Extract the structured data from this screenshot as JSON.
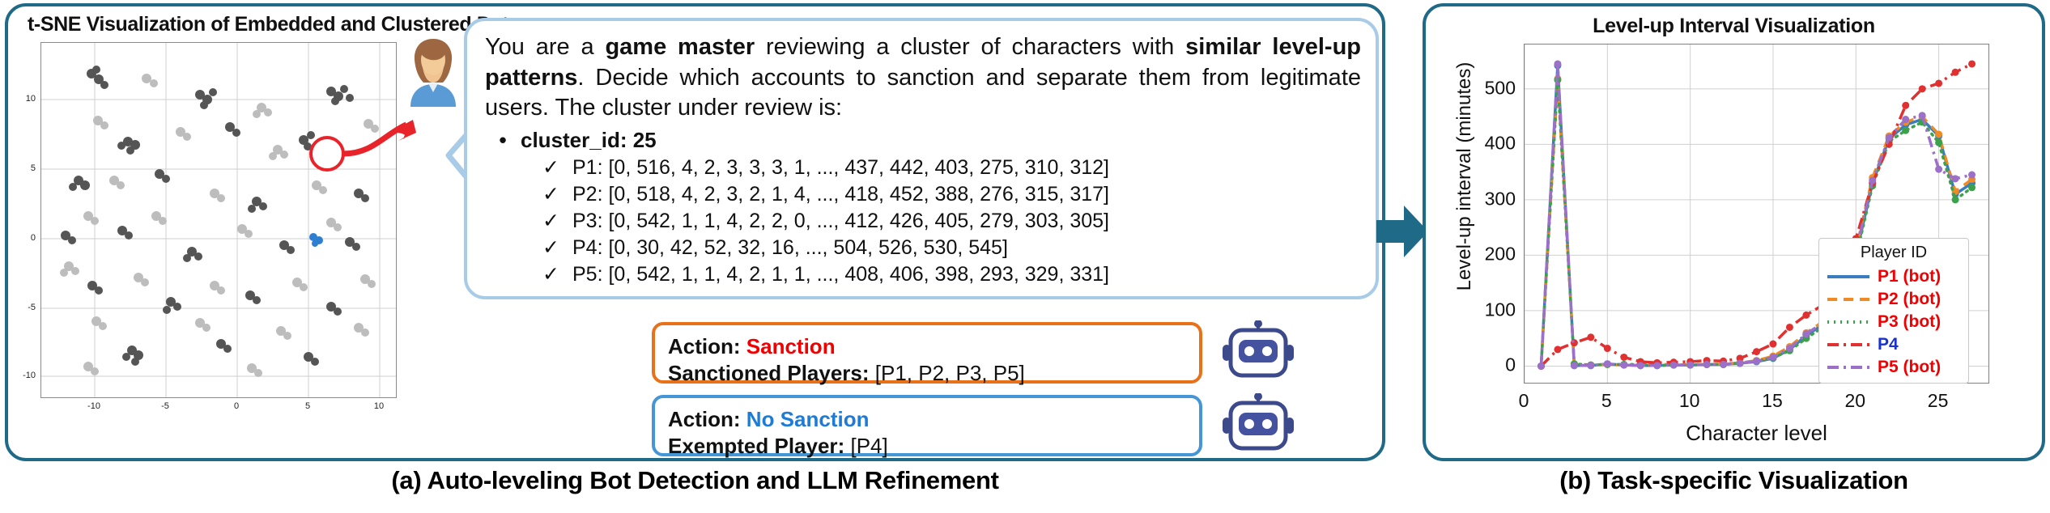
{
  "panel_a": {
    "caption": "(a) Auto-leveling Bot Detection and LLM Refinement",
    "tsne": {
      "title": "t-SNE Visualization of Embedded and Clustered Data",
      "x_ticks": [
        "-10",
        "-5",
        "0",
        "5",
        "10"
      ],
      "y_ticks": [
        "10",
        "5",
        "0",
        "-5",
        "-10"
      ]
    },
    "prompt": {
      "line1_a": "You are a ",
      "line1_b": "game master",
      "line1_c": " reviewing a cluster of characters with ",
      "line1_d": "similar level-up patterns",
      "line1_e": ". Decide which accounts to sanction and separate them from legitimate users. The cluster under review is:",
      "bullet_symbol": "•",
      "bullet_label": "cluster_id: 25",
      "check_symbol": "✓",
      "players": [
        "P1: [0, 516, 4, 2, 3, 3, 3, 1, ..., 437, 442, 403, 275, 310, 312]",
        "P2: [0, 518, 4, 2, 3, 2, 1, 4, ..., 418, 452, 388, 276, 315, 317]",
        "P3: [0, 542, 1, 1, 4, 2, 2, 0, ..., 412, 426, 405, 279, 303, 305]",
        "P4: [0, 30, 42, 52, 32, 16, ..., 504, 526, 530, 545]",
        "P5: [0, 542, 1, 1, 4, 2, 1, 1, ..., 408, 406, 398, 293, 329, 331]"
      ]
    },
    "actions": [
      {
        "name": "sanction",
        "action_key": "Action:",
        "action_value": "Sanction",
        "list_key": "Sanctioned Players:",
        "list_value": "[P1, P2, P3, P5]",
        "border_color": "#E8711A",
        "value_color": "#F00000"
      },
      {
        "name": "no-sanction",
        "action_key": "Action",
        "action_value": "No Sanction",
        "list_key": "Exempted Player",
        "list_value": "[P4]",
        "border_color": "#4596D6",
        "value_color": "#1E7BD6"
      }
    ]
  },
  "panel_b": {
    "caption": "(b) Task-specific Visualization"
  },
  "chart_data": {
    "type": "line",
    "title": "Level-up Interval Visualization",
    "xlabel": "Character level",
    "ylabel": "Level-up interval (minutes)",
    "xlim": [
      0,
      28
    ],
    "ylim": [
      -30,
      580
    ],
    "x_ticks": [
      0,
      5,
      10,
      15,
      20,
      25
    ],
    "y_ticks": [
      0,
      100,
      200,
      300,
      400,
      500
    ],
    "grid": true,
    "legend_title": "Player ID",
    "legend_position": "lower right inside",
    "x": [
      1,
      2,
      3,
      4,
      5,
      6,
      7,
      8,
      9,
      10,
      11,
      12,
      13,
      14,
      15,
      16,
      17,
      18,
      19,
      20,
      21,
      22,
      23,
      24,
      25,
      26,
      27
    ],
    "series": [
      {
        "name": "P1 (bot)",
        "label_color": "#F00000",
        "color": "#3A7DBF",
        "dash": "solid",
        "values": [
          0,
          542,
          1,
          1,
          4,
          2,
          1,
          1,
          2,
          2,
          3,
          3,
          5,
          8,
          14,
          30,
          55,
          75,
          120,
          200,
          330,
          410,
          435,
          445,
          415,
          310,
          330
        ]
      },
      {
        "name": "P2 (bot)",
        "label_color": "#F00000",
        "color": "#F08A24",
        "dash": "dashed",
        "values": [
          0,
          518,
          4,
          2,
          3,
          2,
          1,
          4,
          2,
          3,
          3,
          4,
          6,
          10,
          18,
          35,
          60,
          80,
          130,
          210,
          340,
          415,
          440,
          450,
          418,
          315,
          337
        ]
      },
      {
        "name": "P3 (bot)",
        "label_color": "#F00000",
        "color": "#3BA14A",
        "dash": "dotted",
        "values": [
          0,
          516,
          4,
          2,
          3,
          3,
          3,
          1,
          2,
          2,
          3,
          3,
          5,
          9,
          15,
          28,
          50,
          70,
          115,
          195,
          325,
          405,
          425,
          440,
          403,
          300,
          322
        ]
      },
      {
        "name": "P4",
        "label_color": "#1A33D0",
        "color": "#E03030",
        "dash": "dashdot",
        "values": [
          0,
          30,
          42,
          52,
          32,
          16,
          8,
          6,
          7,
          8,
          10,
          9,
          14,
          26,
          40,
          70,
          92,
          110,
          150,
          230,
          330,
          400,
          470,
          500,
          510,
          530,
          545
        ]
      },
      {
        "name": "P5 (bot)",
        "label_color": "#F00000",
        "color": "#9C6FC9",
        "dash": "dashdot",
        "values": [
          0,
          545,
          1,
          1,
          4,
          2,
          1,
          1,
          2,
          2,
          3,
          3,
          5,
          9,
          16,
          32,
          58,
          78,
          125,
          205,
          335,
          412,
          445,
          452,
          355,
          338,
          345
        ]
      }
    ]
  }
}
